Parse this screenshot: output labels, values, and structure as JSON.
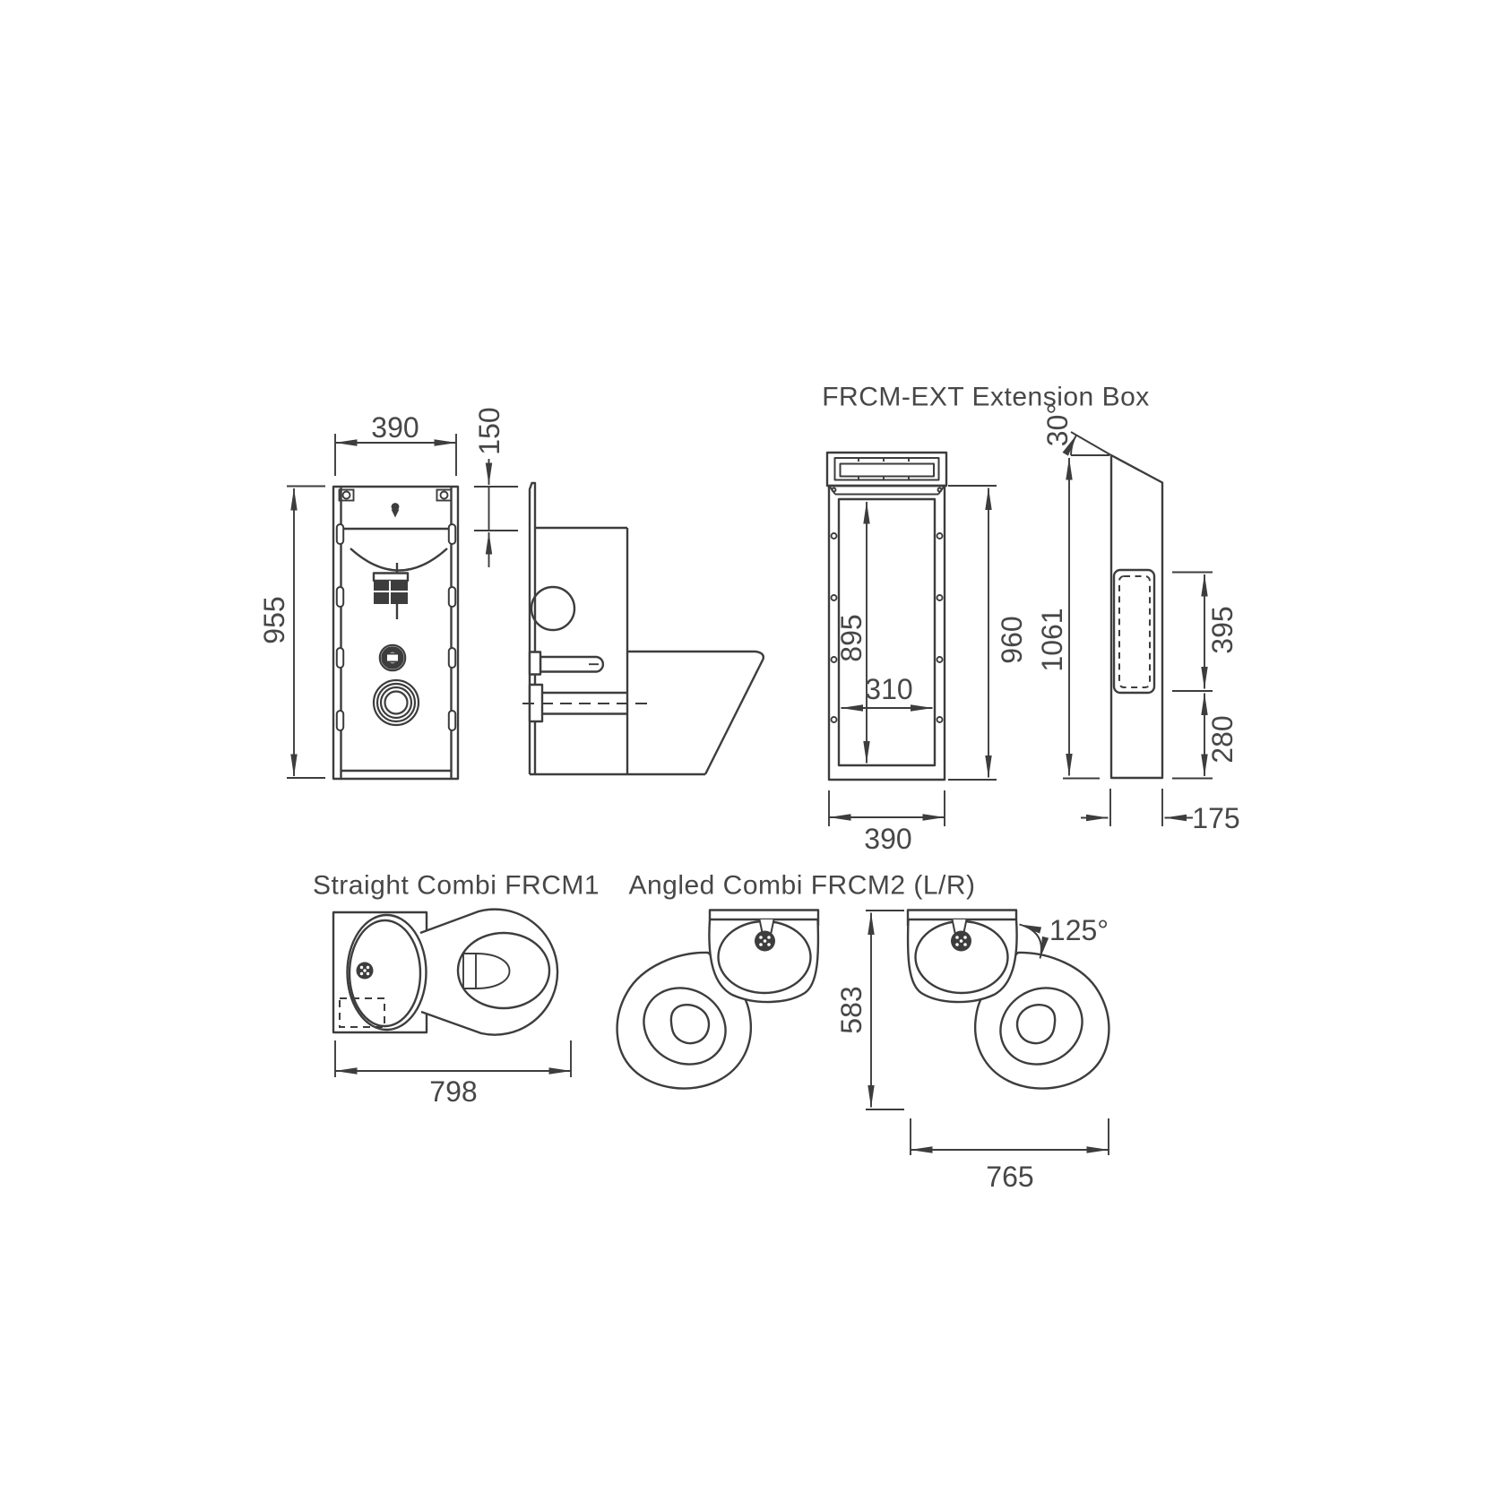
{
  "colors": {
    "line": "#3d3d3d",
    "text": "#474747",
    "background": "#ffffff"
  },
  "titles": {
    "extension_box": "FRCM-EXT Extension Box",
    "straight_combi": "Straight Combi FRCM1",
    "angled_combi": "Angled Combi FRCM2 (L/R)"
  },
  "front_view": {
    "width": "390",
    "basin_offset": "150",
    "height": "955"
  },
  "extension_front": {
    "inner_height": "895",
    "inner_width": "310",
    "height": "960",
    "width": "390"
  },
  "extension_side": {
    "top_angle": "30°",
    "height": "1061",
    "recess_height": "395",
    "recess_bottom_offset": "280",
    "depth": "175"
  },
  "straight_combi": {
    "length": "798"
  },
  "angled_combi": {
    "depth": "583",
    "basin_angle": "125°",
    "length": "765"
  }
}
